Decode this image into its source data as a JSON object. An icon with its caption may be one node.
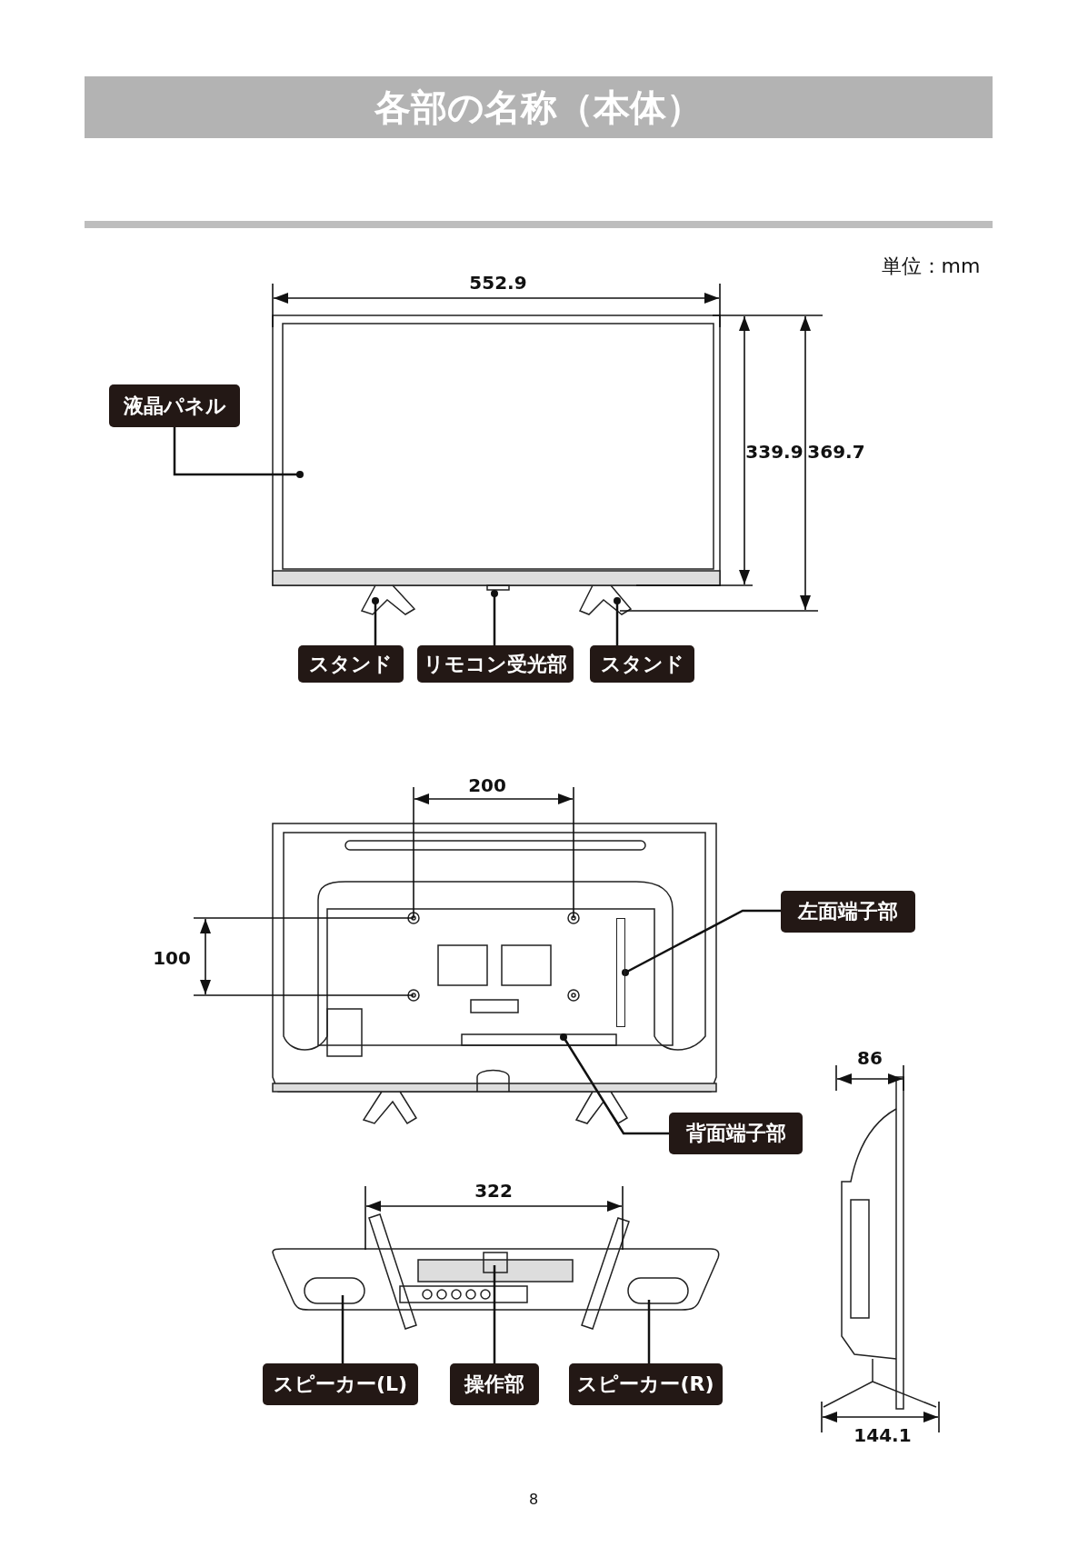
{
  "diagram": {
    "title": "各部の名称（本体）",
    "nodes": [
      {
        "text": [
          "液晶パネル"
        ]
      },
      {
        "text": [
          "スタンド"
        ]
      },
      {
        "text": [
          "リモコン受光部"
        ]
      },
      {
        "text": [
          "スタンド"
        ]
      },
      {
        "text": [
          "左面端子部"
        ]
      },
      {
        "text": [
          "背面端子部"
        ]
      },
      {
        "text": [
          "スピーカー(L)"
        ]
      },
      {
        "text": [
          "操作部"
        ]
      },
      {
        "text": [
          "スピーカー(R)"
        ]
      },
      {
        "text": [],
        "shape": "box"
      }
    ],
    "edges": [
      {
        "from": 0,
        "to": null,
        "arrow": "other"
      },
      {
        "from": 1,
        "to": null,
        "arrow": "other"
      },
      {
        "from": 2,
        "to": null,
        "arrow": "other"
      },
      {
        "from": 3,
        "to": null,
        "arrow": "other"
      },
      {
        "from": 4,
        "to": 9,
        "arrow": "other"
      },
      {
        "from": 5,
        "to": null,
        "arrow": "other"
      },
      {
        "from": 6,
        "to": null,
        "arrow": "none"
      },
      {
        "from": 7,
        "to": null,
        "arrow": "none"
      },
      {
        "from": 8,
        "to": null,
        "arrow": "none"
      }
    ],
    "labels": [
      "単位：mm",
      "552.9",
      "339.9",
      "369.7",
      "200",
      "100",
      "322",
      "86",
      "144.1",
      "8"
    ]
  }
}
